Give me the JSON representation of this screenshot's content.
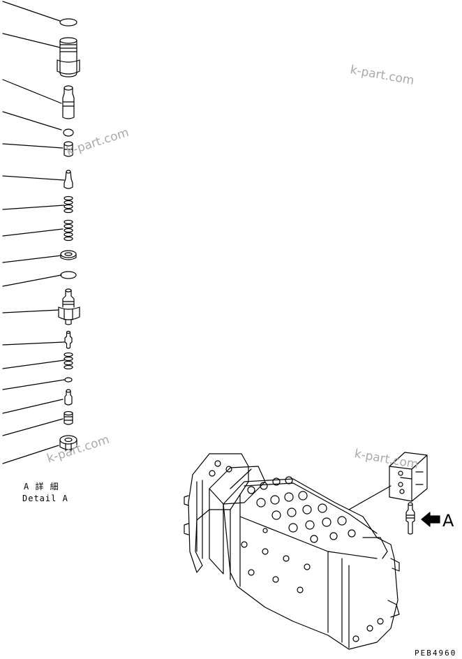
{
  "detail": {
    "label_jp": "A 詳 細",
    "label_en": "Detail A"
  },
  "callout_letter": "A",
  "watermarks": [
    "k-part.com",
    "k-part.com",
    "k-part.com",
    "k-part.com"
  ],
  "drawing_code": "PEB4960",
  "colors": {
    "line": "#000000",
    "watermark": "#a9a9a9",
    "background": "#ffffff"
  }
}
